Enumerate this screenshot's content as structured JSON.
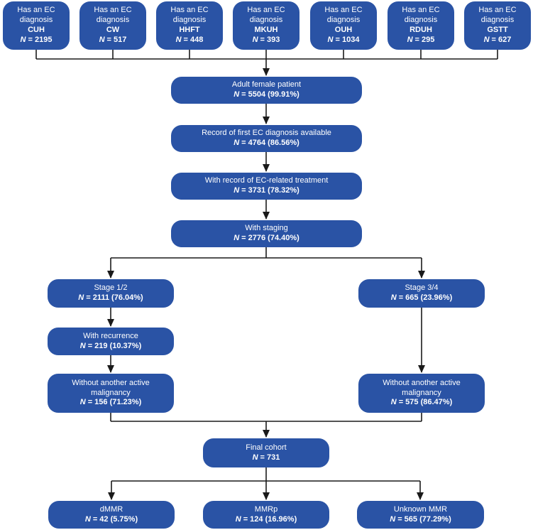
{
  "colors": {
    "box": "#2a53a5",
    "line": "#1a1a1a",
    "text": "#ffffff",
    "background": "#ffffff"
  },
  "n_symbol": "N",
  "sites": [
    {
      "label": "Has an EC diagnosis",
      "code": "CUH",
      "value": "= 2195"
    },
    {
      "label": "Has an EC diagnosis",
      "code": "CW",
      "value": "= 517"
    },
    {
      "label": "Has an EC diagnosis",
      "code": "HHFT",
      "value": "= 448"
    },
    {
      "label": "Has an EC diagnosis",
      "code": "MKUH",
      "value": "= 393"
    },
    {
      "label": "Has an EC diagnosis",
      "code": "OUH",
      "value": "= 1034"
    },
    {
      "label": "Has an EC diagnosis",
      "code": "RDUH",
      "value": "= 295"
    },
    {
      "label": "Has an EC diagnosis",
      "code": "GSTT",
      "value": "= 627"
    }
  ],
  "nodes": {
    "adult": {
      "label": "Adult female patient",
      "value": "= 5504 (99.91%)"
    },
    "record": {
      "label": "Record of first EC diagnosis available",
      "value": "= 4764 (86.56%)"
    },
    "treatment": {
      "label": "With record of EC-related treatment",
      "value": "= 3731 (78.32%)"
    },
    "staging": {
      "label": "With staging",
      "value": "= 2776 (74.40%)"
    },
    "stage12": {
      "label": "Stage 1/2",
      "value": "= 2111 (76.04%)"
    },
    "stage34": {
      "label": "Stage 3/4",
      "value": "= 665 (23.96%)"
    },
    "recurrence": {
      "label": "With recurrence",
      "value": "= 219 (10.37%)"
    },
    "no_malig_left": {
      "label": "Without another active malignancy",
      "value": "= 156 (71.23%)"
    },
    "no_malig_right": {
      "label": "Without another active malignancy",
      "value": "= 575 (86.47%)"
    },
    "final": {
      "label": "Final cohort",
      "value": "= 731"
    },
    "dmmr": {
      "label": "dMMR",
      "value": "= 42 (5.75%)"
    },
    "mmrp": {
      "label": "MMRp",
      "value": "= 124 (16.96%)"
    },
    "unknown_mmr": {
      "label": "Unknown MMR",
      "value": "= 565 (77.29%)"
    }
  }
}
